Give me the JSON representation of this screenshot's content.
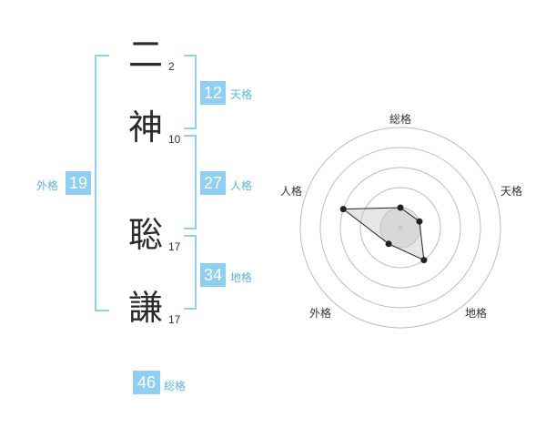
{
  "name": {
    "characters": [
      {
        "char": "二",
        "strokes": "2"
      },
      {
        "char": "神",
        "strokes": "10"
      },
      {
        "char": "聡",
        "strokes": "17"
      },
      {
        "char": "謙",
        "strokes": "17"
      }
    ]
  },
  "fortune": {
    "tenkaku": {
      "value": "12",
      "label": "天格"
    },
    "jinkaku": {
      "value": "27",
      "label": "人格"
    },
    "chikaku": {
      "value": "34",
      "label": "地格"
    },
    "gaikaku": {
      "value": "19",
      "label": "外格"
    },
    "soukaku": {
      "value": "46",
      "label": "総格"
    }
  },
  "chart_data": {
    "type": "radar",
    "axes": [
      "総格",
      "天格",
      "地格",
      "外格",
      "人格"
    ],
    "values": [
      1,
      1,
      2,
      1,
      3
    ],
    "rmax": 5,
    "rings": 4
  }
}
